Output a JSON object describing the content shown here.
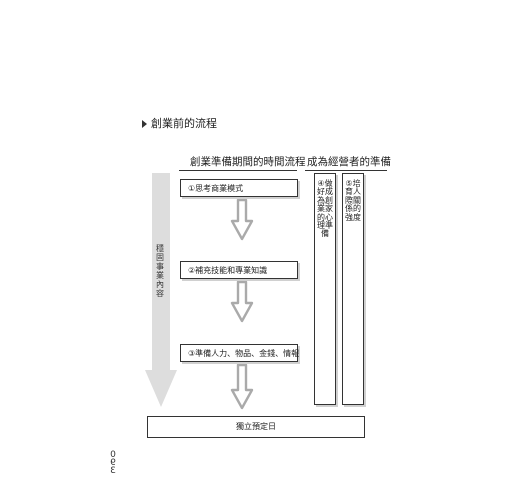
{
  "section": {
    "title": "創業前的流程",
    "marker_icon": "triangle-right-icon"
  },
  "headers": {
    "timeline": "創業準備期間的時間流程",
    "manager": "成為經營者的準備"
  },
  "timeline": {
    "side_label": "穩固事業內容",
    "steps": [
      {
        "label": "①思考商業模式"
      },
      {
        "label": "②補充技能和專業知識"
      },
      {
        "label": "③準備人力、物品、金錢、情報"
      }
    ],
    "target_label": "獨立預定日"
  },
  "manager_items": [
    {
      "label": "④做好成為創業家的心理準備"
    },
    {
      "label": "⑤培育人際關係的強度"
    }
  ],
  "page": {
    "number": "093"
  },
  "colors": {
    "line": "#333333",
    "arrow_gray": "#aaaaaa",
    "big_arrow_light": "#dddddd",
    "shadow": "#d0d0d0"
  }
}
